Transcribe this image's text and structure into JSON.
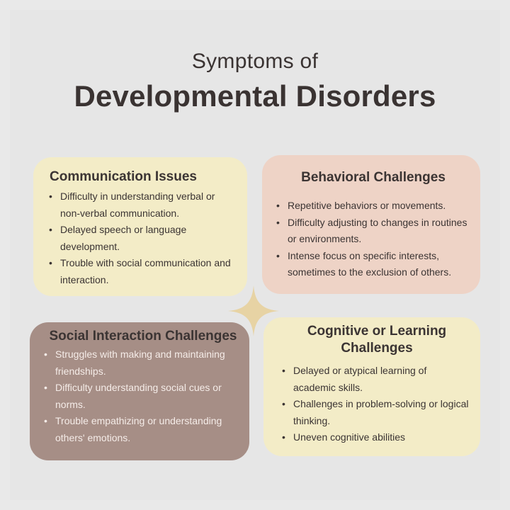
{
  "header": {
    "subtitle": "Symptoms of",
    "title": "Developmental Disorders"
  },
  "cards": {
    "communication": {
      "title": "Communication Issues",
      "items": [
        "Difficulty in understanding verbal or non-verbal communication.",
        "Delayed speech or language development.",
        "Trouble with social communication and interaction."
      ]
    },
    "behavioral": {
      "title": "Behavioral Challenges",
      "items": [
        "Repetitive behaviors or movements.",
        "Difficulty adjusting to changes in routines or environments.",
        "Intense focus on specific interests, sometimes to the exclusion of others."
      ]
    },
    "social": {
      "title": "Social Interaction Challenges",
      "items": [
        "Struggles with making and maintaining friendships.",
        "Difficulty understanding social cues or norms.",
        "Trouble empathizing or understanding others' emotions."
      ]
    },
    "cognitive": {
      "title": "Cognitive or Learning Challenges",
      "items": [
        "Delayed or atypical learning of academic skills.",
        "Challenges in problem-solving or logical thinking.",
        "Uneven cognitive abilities"
      ]
    }
  },
  "colors": {
    "background": "#e9e9e9",
    "yellow_card": "#f3ecc7",
    "peach_card": "#eed3c6",
    "taupe_card": "#a68e86",
    "sparkle": "#e7d3a4",
    "text": "#3b3433"
  },
  "icons": {
    "bullet": "•",
    "center": "sparkle-star-icon"
  }
}
